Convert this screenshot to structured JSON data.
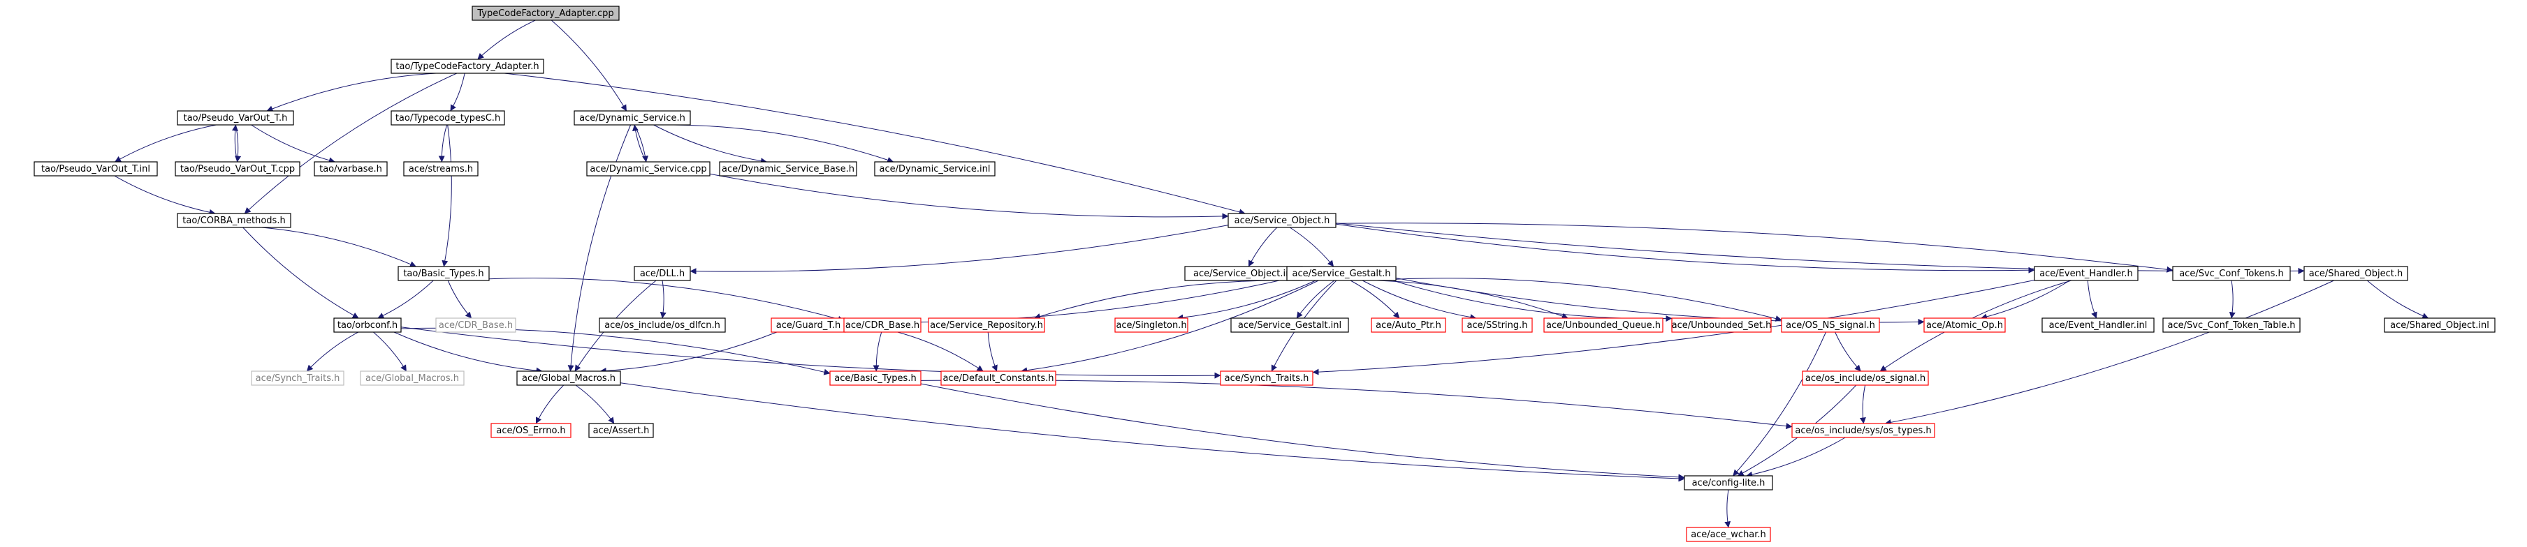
{
  "colors": {
    "root_fill": "#bfbfbf",
    "fill": "#ffffff",
    "border_black": "#000000",
    "border_red": "#ff0000",
    "border_grey": "#bfbfbf",
    "edge": "#191970",
    "text_default": "#000000",
    "text_grey": "#7f7f7f"
  },
  "nodes": [
    {
      "id": "root",
      "label": "TypeCodeFactory_Adapter.cpp",
      "style": "root"
    },
    {
      "id": "tcfa_h",
      "label": "tao/TypeCodeFactory_Adapter.h",
      "style": "black"
    },
    {
      "id": "dyn_service_h",
      "label": "ace/Dynamic_Service.h",
      "style": "black"
    },
    {
      "id": "pseudo_h",
      "label": "tao/Pseudo_VarOut_T.h",
      "style": "black"
    },
    {
      "id": "typecode_typesC",
      "label": "tao/Typecode_typesC.h",
      "style": "black"
    },
    {
      "id": "dyn_service_cpp",
      "label": "ace/Dynamic_Service.cpp",
      "style": "black"
    },
    {
      "id": "dyn_service_base",
      "label": "ace/Dynamic_Service_Base.h",
      "style": "black"
    },
    {
      "id": "dyn_service_inl",
      "label": "ace/Dynamic_Service.inl",
      "style": "black"
    },
    {
      "id": "pseudo_inl",
      "label": "tao/Pseudo_VarOut_T.inl",
      "style": "black"
    },
    {
      "id": "pseudo_cpp",
      "label": "tao/Pseudo_VarOut_T.cpp",
      "style": "black"
    },
    {
      "id": "varbase",
      "label": "tao/varbase.h",
      "style": "black"
    },
    {
      "id": "streams",
      "label": "ace/streams.h",
      "style": "black"
    },
    {
      "id": "corba_methods",
      "label": "tao/CORBA_methods.h",
      "style": "black"
    },
    {
      "id": "service_object",
      "label": "ace/Service_Object.h",
      "style": "black"
    },
    {
      "id": "dll",
      "label": "ace/DLL.h",
      "style": "black"
    },
    {
      "id": "service_object_inl",
      "label": "ace/Service_Object.inl",
      "style": "black"
    },
    {
      "id": "service_gestalt",
      "label": "ace/Service_Gestalt.h",
      "style": "black"
    },
    {
      "id": "event_handler",
      "label": "ace/Event_Handler.h",
      "style": "black"
    },
    {
      "id": "svc_conf_tokens",
      "label": "ace/Svc_Conf_Tokens.h",
      "style": "black"
    },
    {
      "id": "shared_object",
      "label": "ace/Shared_Object.h",
      "style": "black"
    },
    {
      "id": "basic_types_tao",
      "label": "tao/Basic_Types.h",
      "style": "black"
    },
    {
      "id": "orbconf",
      "label": "tao/orbconf.h",
      "style": "black"
    },
    {
      "id": "cdr_base_grey",
      "label": "ace/CDR_Base.h",
      "style": "grey"
    },
    {
      "id": "os_dlfcn",
      "label": "ace/os_include/os_dlfcn.h",
      "style": "black"
    },
    {
      "id": "guard_t",
      "label": "ace/Guard_T.h",
      "style": "red"
    },
    {
      "id": "cdr_base",
      "label": "ace/CDR_Base.h",
      "style": "red"
    },
    {
      "id": "service_repository",
      "label": "ace/Service_Repository.h",
      "style": "red"
    },
    {
      "id": "singleton",
      "label": "ace/Singleton.h",
      "style": "red"
    },
    {
      "id": "service_gestalt_inl",
      "label": "ace/Service_Gestalt.inl",
      "style": "black"
    },
    {
      "id": "auto_ptr",
      "label": "ace/Auto_Ptr.h",
      "style": "red"
    },
    {
      "id": "sstring",
      "label": "ace/SString.h",
      "style": "red"
    },
    {
      "id": "unbounded_queue",
      "label": "ace/Unbounded_Queue.h",
      "style": "red"
    },
    {
      "id": "unbounded_set",
      "label": "ace/Unbounded_Set.h",
      "style": "red"
    },
    {
      "id": "os_ns_signal",
      "label": "ace/OS_NS_signal.h",
      "style": "red"
    },
    {
      "id": "atomic_op",
      "label": "ace/Atomic_Op.h",
      "style": "red"
    },
    {
      "id": "event_handler_inl",
      "label": "ace/Event_Handler.inl",
      "style": "black"
    },
    {
      "id": "svc_conf_token_table",
      "label": "ace/Svc_Conf_Token_Table.h",
      "style": "black"
    },
    {
      "id": "shared_object_inl",
      "label": "ace/Shared_Object.inl",
      "style": "black"
    },
    {
      "id": "synch_traits_grey",
      "label": "ace/Synch_Traits.h",
      "style": "grey"
    },
    {
      "id": "global_macros_grey",
      "label": "ace/Global_Macros.h",
      "style": "grey"
    },
    {
      "id": "global_macros",
      "label": "ace/Global_Macros.h",
      "style": "black"
    },
    {
      "id": "basic_types_ace",
      "label": "ace/Basic_Types.h",
      "style": "red"
    },
    {
      "id": "default_constants",
      "label": "ace/Default_Constants.h",
      "style": "red"
    },
    {
      "id": "synch_traits",
      "label": "ace/Synch_Traits.h",
      "style": "red"
    },
    {
      "id": "os_signal",
      "label": "ace/os_include/os_signal.h",
      "style": "red"
    },
    {
      "id": "os_errno",
      "label": "ace/OS_Errno.h",
      "style": "red"
    },
    {
      "id": "assert",
      "label": "ace/Assert.h",
      "style": "black"
    },
    {
      "id": "os_types",
      "label": "ace/os_include/sys/os_types.h",
      "style": "red"
    },
    {
      "id": "config_lite",
      "label": "ace/config-lite.h",
      "style": "black"
    },
    {
      "id": "ace_wchar",
      "label": "ace/ace_wchar.h",
      "style": "red"
    }
  ],
  "edges": [
    [
      "root",
      "tcfa_h"
    ],
    [
      "root",
      "dyn_service_h"
    ],
    [
      "tcfa_h",
      "pseudo_h"
    ],
    [
      "tcfa_h",
      "typecode_typesC"
    ],
    [
      "tcfa_h",
      "corba_methods"
    ],
    [
      "tcfa_h",
      "service_object"
    ],
    [
      "pseudo_h",
      "pseudo_inl"
    ],
    [
      "pseudo_h",
      "pseudo_cpp"
    ],
    [
      "pseudo_h",
      "varbase"
    ],
    [
      "pseudo_cpp",
      "pseudo_h"
    ],
    [
      "typecode_typesC",
      "streams"
    ],
    [
      "typecode_typesC",
      "basic_types_tao"
    ],
    [
      "pseudo_inl",
      "corba_methods"
    ],
    [
      "corba_methods",
      "basic_types_tao"
    ],
    [
      "corba_methods",
      "orbconf"
    ],
    [
      "dyn_service_h",
      "dyn_service_cpp"
    ],
    [
      "dyn_service_h",
      "dyn_service_base"
    ],
    [
      "dyn_service_h",
      "dyn_service_inl"
    ],
    [
      "dyn_service_h",
      "global_macros"
    ],
    [
      "dyn_service_cpp",
      "dyn_service_h"
    ],
    [
      "dyn_service_cpp",
      "service_object"
    ],
    [
      "service_object",
      "dll"
    ],
    [
      "service_object",
      "service_object_inl"
    ],
    [
      "service_object",
      "service_gestalt"
    ],
    [
      "service_object",
      "event_handler"
    ],
    [
      "service_object",
      "svc_conf_tokens"
    ],
    [
      "service_object",
      "shared_object"
    ],
    [
      "dll",
      "os_dlfcn"
    ],
    [
      "dll",
      "global_macros"
    ],
    [
      "basic_types_tao",
      "orbconf"
    ],
    [
      "basic_types_tao",
      "cdr_base_grey"
    ],
    [
      "basic_types_tao",
      "cdr_base"
    ],
    [
      "orbconf",
      "synch_traits_grey"
    ],
    [
      "orbconf",
      "global_macros_grey"
    ],
    [
      "orbconf",
      "global_macros"
    ],
    [
      "orbconf",
      "basic_types_ace"
    ],
    [
      "orbconf",
      "synch_traits"
    ],
    [
      "service_gestalt",
      "guard_t"
    ],
    [
      "service_gestalt",
      "service_repository"
    ],
    [
      "service_gestalt",
      "singleton"
    ],
    [
      "service_gestalt",
      "service_gestalt_inl"
    ],
    [
      "service_gestalt",
      "auto_ptr"
    ],
    [
      "service_gestalt",
      "sstring"
    ],
    [
      "service_gestalt",
      "unbounded_queue"
    ],
    [
      "service_gestalt",
      "unbounded_set"
    ],
    [
      "service_gestalt",
      "os_ns_signal"
    ],
    [
      "service_gestalt",
      "atomic_op"
    ],
    [
      "service_gestalt",
      "default_constants"
    ],
    [
      "service_gestalt",
      "synch_traits"
    ],
    [
      "guard_t",
      "global_macros"
    ],
    [
      "cdr_base",
      "basic_types_ace"
    ],
    [
      "cdr_base",
      "default_constants"
    ],
    [
      "service_repository",
      "default_constants"
    ],
    [
      "event_handler",
      "atomic_op"
    ],
    [
      "event_handler",
      "event_handler_inl"
    ],
    [
      "event_handler",
      "synch_traits"
    ],
    [
      "event_handler",
      "os_signal"
    ],
    [
      "svc_conf_tokens",
      "svc_conf_token_table"
    ],
    [
      "shared_object",
      "shared_object_inl"
    ],
    [
      "shared_object",
      "os_types"
    ],
    [
      "os_ns_signal",
      "os_signal"
    ],
    [
      "os_ns_signal",
      "config_lite"
    ],
    [
      "os_signal",
      "os_types"
    ],
    [
      "os_signal",
      "config_lite"
    ],
    [
      "global_macros",
      "os_errno"
    ],
    [
      "global_macros",
      "assert"
    ],
    [
      "global_macros",
      "config_lite"
    ],
    [
      "basic_types_ace",
      "os_types"
    ],
    [
      "basic_types_ace",
      "config_lite"
    ],
    [
      "os_types",
      "config_lite"
    ],
    [
      "config_lite",
      "ace_wchar"
    ]
  ]
}
